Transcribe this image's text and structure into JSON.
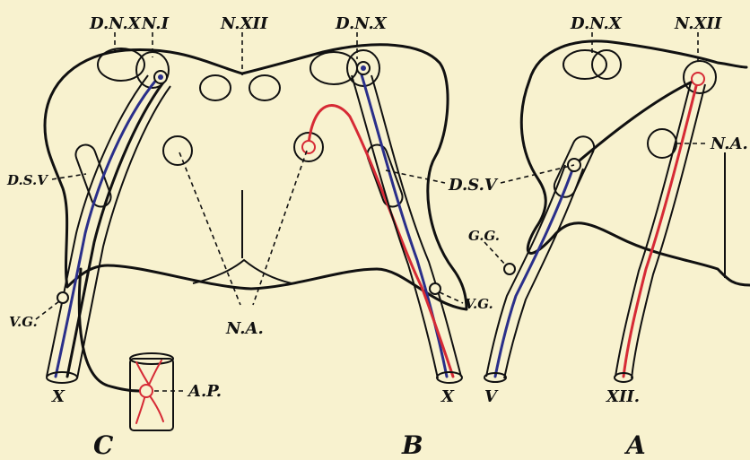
{
  "labels": {
    "dnx_c": "D.N.X",
    "ni": "N.I",
    "nxii_mid": "N.XII",
    "dnx_b": "D.N.X",
    "dnx_a": "D.N.X",
    "nxii_a": "N.XII",
    "dsv_left": "D.S.V",
    "dsv_right": "D.S.V",
    "na_center": "N.A.",
    "na_right": "N.A.",
    "gg": "G.G.",
    "vg_left": "V.G.",
    "vg_right": "V.G.",
    "ap": "A.P.",
    "x_left": "X",
    "x_right": "X",
    "v": "V",
    "xii": "XII.",
    "panel_c": "C",
    "panel_b": "B",
    "panel_a": "A"
  },
  "colors": {
    "background": "#f8f2cf",
    "outline": "#111111",
    "afferent_blue": "#2a2f8a",
    "efferent_red": "#d62a35"
  }
}
